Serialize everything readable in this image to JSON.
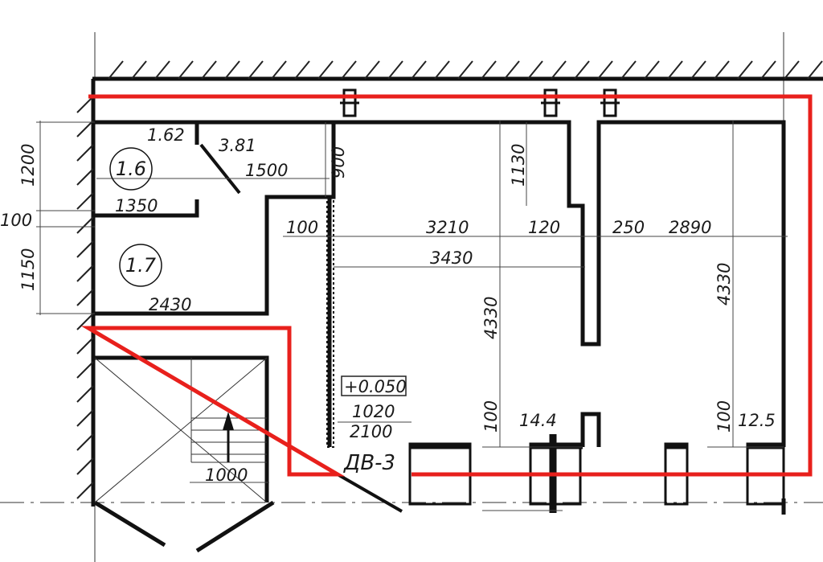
{
  "colors": {
    "outline": "#e8201c",
    "wall": "#111111",
    "line": "#333333"
  },
  "rooms": [
    {
      "id": "1.6"
    },
    {
      "id": "1.7"
    }
  ],
  "dimensions": {
    "d_1_62": "1.62",
    "d_3_81": "3.81",
    "d_1500": "1500",
    "d_900": "900",
    "d_1350": "1350",
    "d_1200": "1200",
    "d_100_left": "100",
    "d_1150": "1150",
    "d_2430": "2430",
    "d_100_mid": "100",
    "d_3210": "3210",
    "d_120": "120",
    "d_250": "250",
    "d_2890": "2890",
    "d_1130": "1130",
    "d_3430": "3430",
    "d_4330_left": "4330",
    "d_4330_right": "4330",
    "d_level": "+0.050",
    "d_1020": "1020",
    "d_2100": "2100",
    "d_100_bl": "100",
    "d_14_4": "14.4",
    "d_100_br": "100",
    "d_12_5": "12.5",
    "d_1000": "1000"
  },
  "door_tag": "ДВ-3"
}
